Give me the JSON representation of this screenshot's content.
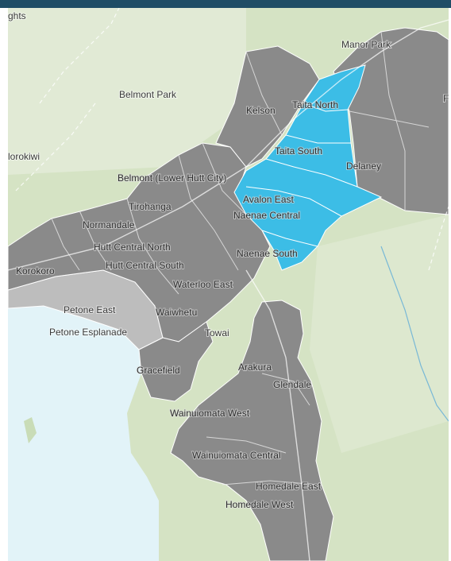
{
  "map": {
    "colors": {
      "water": "#e2f3f8",
      "land": "#d5e3c4",
      "land_light": "#e4ecd9",
      "region_dark": "#8a8a8a",
      "region_light": "#bdbdbd",
      "selected": "#3cbde6",
      "border": "#ffffff"
    },
    "labels": {
      "heights_partial": "ghts",
      "manor_park": "Manor Park",
      "belmont_park": "Belmont Park",
      "kelson": "Kelson",
      "taita_north": "Taita North",
      "korokiwi_partial": "lorokiwi",
      "taita_south": "Taita South",
      "delaney": "Delaney",
      "belmont_lower_hutt": "Belmont (Lower Hutt City)",
      "tirohanga": "Tirohanga",
      "avalon_east": "Avalon East",
      "naenae_central": "Naenae Central",
      "normandale": "Normandale",
      "hutt_central_north": "Hutt Central North",
      "naenae_south": "Naenae South",
      "hutt_central_south": "Hutt Central South",
      "korokoro": "Korokoro",
      "waterloo_east": "Waterloo East",
      "petone_east": "Petone East",
      "waiwhetu": "Waiwhetu",
      "petone_esplanade": "Petone Esplanade",
      "towai": "Towai",
      "gracefield": "Gracefield",
      "arakura": "Arakura",
      "glendale": "Glendale",
      "wainuiomata_west": "Wainuiomata West",
      "wainuiomata_central": "Wainuiomata Central",
      "homedale_east": "Homedale East",
      "homedale_west": "Homedale West",
      "edge_partial": "F"
    }
  }
}
